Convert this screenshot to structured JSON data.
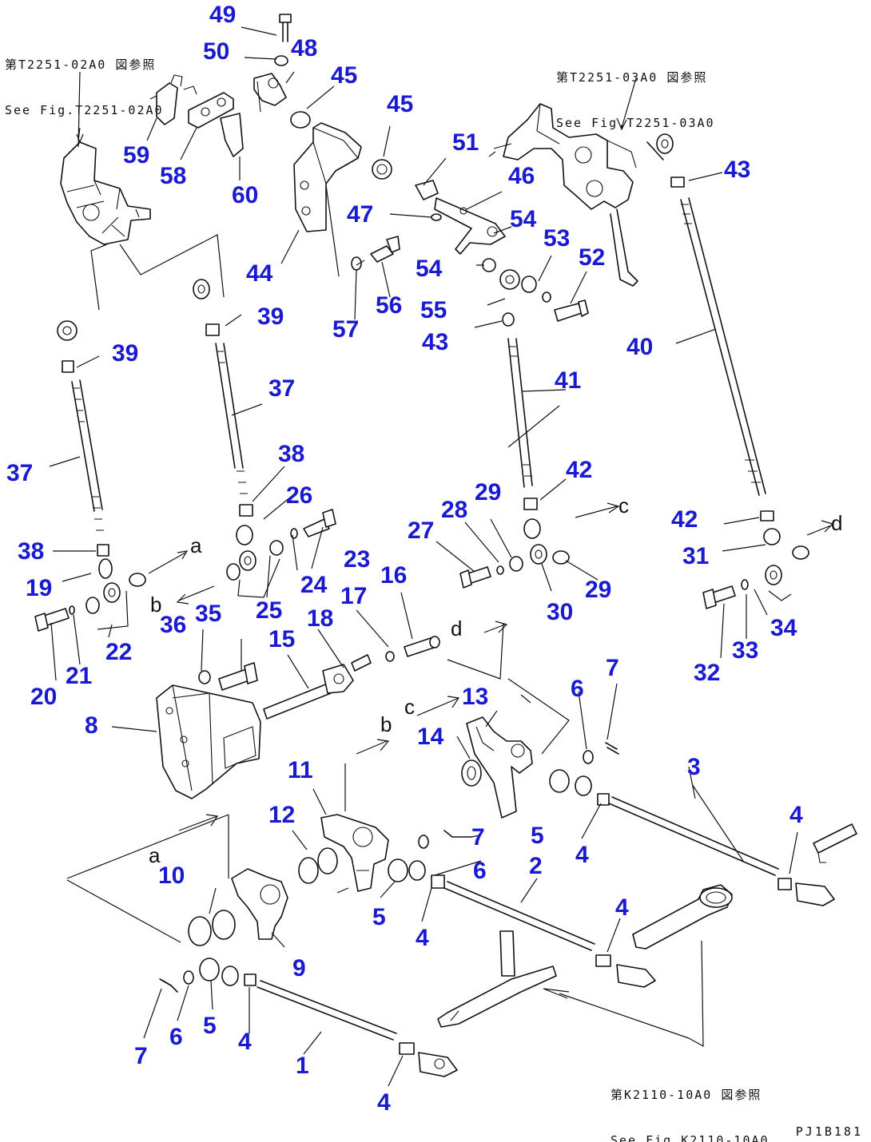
{
  "refs": {
    "top_left": [
      "第T2251-02A0 図参照",
      "See Fig.T2251-02A0"
    ],
    "top_right": [
      "第T2251-03A0 図参照",
      "See Fig.T2251-03A0"
    ],
    "bottom_right": [
      "第K2110-10A0 図参照",
      "See Fig.K2110-10A0"
    ]
  },
  "drawing_code": "PJ1B181",
  "part_labels": [
    {
      "id": "p1",
      "text": "1"
    },
    {
      "id": "p2",
      "text": "2"
    },
    {
      "id": "p3",
      "text": "3"
    },
    {
      "id": "p4a",
      "text": "4"
    },
    {
      "id": "p4b",
      "text": "4"
    },
    {
      "id": "p4c",
      "text": "4"
    },
    {
      "id": "p4d",
      "text": "4"
    },
    {
      "id": "p4e",
      "text": "4"
    },
    {
      "id": "p4f",
      "text": "4"
    },
    {
      "id": "p5a",
      "text": "5"
    },
    {
      "id": "p5b",
      "text": "5"
    },
    {
      "id": "p5c",
      "text": "5"
    },
    {
      "id": "p6a",
      "text": "6"
    },
    {
      "id": "p6b",
      "text": "6"
    },
    {
      "id": "p6c",
      "text": "6"
    },
    {
      "id": "p7a",
      "text": "7"
    },
    {
      "id": "p7b",
      "text": "7"
    },
    {
      "id": "p7c",
      "text": "7"
    },
    {
      "id": "p8",
      "text": "8"
    },
    {
      "id": "p9",
      "text": "9"
    },
    {
      "id": "p10",
      "text": "10"
    },
    {
      "id": "p11",
      "text": "11"
    },
    {
      "id": "p12",
      "text": "12"
    },
    {
      "id": "p13",
      "text": "13"
    },
    {
      "id": "p14",
      "text": "14"
    },
    {
      "id": "p15",
      "text": "15"
    },
    {
      "id": "p16",
      "text": "16"
    },
    {
      "id": "p17",
      "text": "17"
    },
    {
      "id": "p18",
      "text": "18"
    },
    {
      "id": "p19",
      "text": "19"
    },
    {
      "id": "p20",
      "text": "20"
    },
    {
      "id": "p21",
      "text": "21"
    },
    {
      "id": "p22",
      "text": "22"
    },
    {
      "id": "p23",
      "text": "23"
    },
    {
      "id": "p24",
      "text": "24"
    },
    {
      "id": "p25",
      "text": "25"
    },
    {
      "id": "p26",
      "text": "26"
    },
    {
      "id": "p27",
      "text": "27"
    },
    {
      "id": "p28",
      "text": "28"
    },
    {
      "id": "p29a",
      "text": "29"
    },
    {
      "id": "p29b",
      "text": "29"
    },
    {
      "id": "p30",
      "text": "30"
    },
    {
      "id": "p31",
      "text": "31"
    },
    {
      "id": "p32",
      "text": "32"
    },
    {
      "id": "p33",
      "text": "33"
    },
    {
      "id": "p34",
      "text": "34"
    },
    {
      "id": "p35",
      "text": "35"
    },
    {
      "id": "p36",
      "text": "36"
    },
    {
      "id": "p37a",
      "text": "37"
    },
    {
      "id": "p37b",
      "text": "37"
    },
    {
      "id": "p38a",
      "text": "38"
    },
    {
      "id": "p38b",
      "text": "38"
    },
    {
      "id": "p39a",
      "text": "39"
    },
    {
      "id": "p39b",
      "text": "39"
    },
    {
      "id": "p40",
      "text": "40"
    },
    {
      "id": "p41",
      "text": "41"
    },
    {
      "id": "p42a",
      "text": "42"
    },
    {
      "id": "p42b",
      "text": "42"
    },
    {
      "id": "p43a",
      "text": "43"
    },
    {
      "id": "p43b",
      "text": "43"
    },
    {
      "id": "p44",
      "text": "44"
    },
    {
      "id": "p45a",
      "text": "45"
    },
    {
      "id": "p45b",
      "text": "45"
    },
    {
      "id": "p46",
      "text": "46"
    },
    {
      "id": "p47",
      "text": "47"
    },
    {
      "id": "p48",
      "text": "48"
    },
    {
      "id": "p49",
      "text": "49"
    },
    {
      "id": "p50",
      "text": "50"
    },
    {
      "id": "p51",
      "text": "51"
    },
    {
      "id": "p52",
      "text": "52"
    },
    {
      "id": "p53",
      "text": "53"
    },
    {
      "id": "p54a",
      "text": "54"
    },
    {
      "id": "p54b",
      "text": "54"
    },
    {
      "id": "p55",
      "text": "55"
    },
    {
      "id": "p56",
      "text": "56"
    },
    {
      "id": "p57",
      "text": "57"
    },
    {
      "id": "p58",
      "text": "58"
    },
    {
      "id": "p59",
      "text": "59"
    },
    {
      "id": "p60",
      "text": "60"
    }
  ],
  "connector_letters": [
    {
      "id": "la1",
      "text": "a"
    },
    {
      "id": "la2",
      "text": "a"
    },
    {
      "id": "lb1",
      "text": "b"
    },
    {
      "id": "lb2",
      "text": "b"
    },
    {
      "id": "lc1",
      "text": "c"
    },
    {
      "id": "lc2",
      "text": "c"
    },
    {
      "id": "ld1",
      "text": "d"
    },
    {
      "id": "ld2",
      "text": "d"
    }
  ],
  "colors": {
    "label": "#1a1ad2",
    "line": "#111111"
  }
}
